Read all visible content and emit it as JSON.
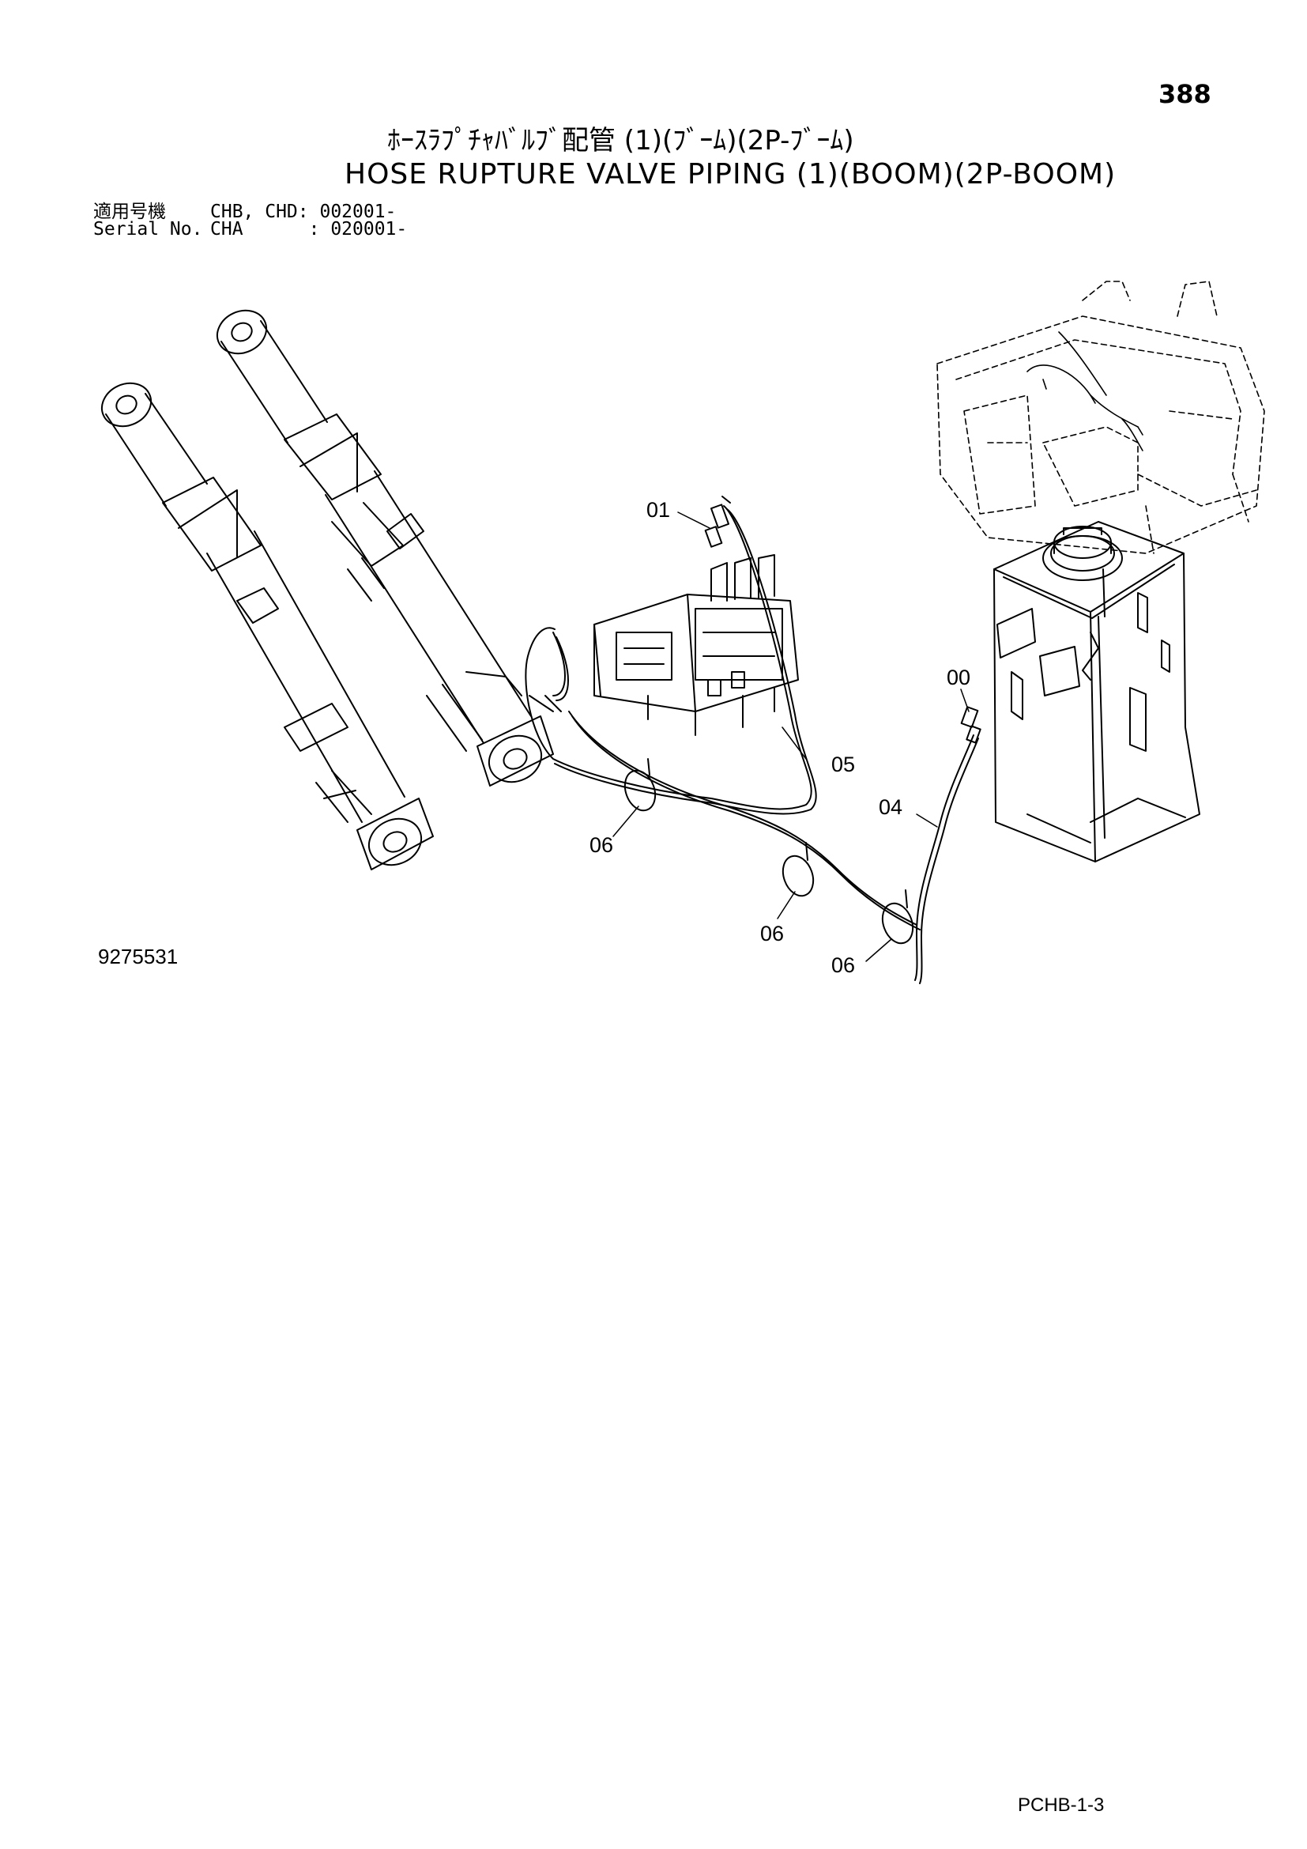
{
  "page_number": "388",
  "title_jp": "ﾎｰｽﾗﾌﾟﾁｬﾊﾞﾙﾌﾞ配管 (1)(ﾌﾞｰﾑ)(2P-ﾌﾞｰﾑ)",
  "title_en": "HOSE RUPTURE VALVE PIPING (1)(BOOM)(2P-BOOM)",
  "applicability": {
    "jp_label": "適用号機",
    "jp_value": "CHB, CHD: 002001-",
    "en_label": "Serial No.",
    "en_value": "CHA      : 020001-"
  },
  "callouts": {
    "p01": "01",
    "p00": "00",
    "p05": "05",
    "p04": "04",
    "p06a": "06",
    "p06b": "06",
    "p06c": "06"
  },
  "drawing_number": "9275531",
  "page_code": "PCHB-1-3"
}
